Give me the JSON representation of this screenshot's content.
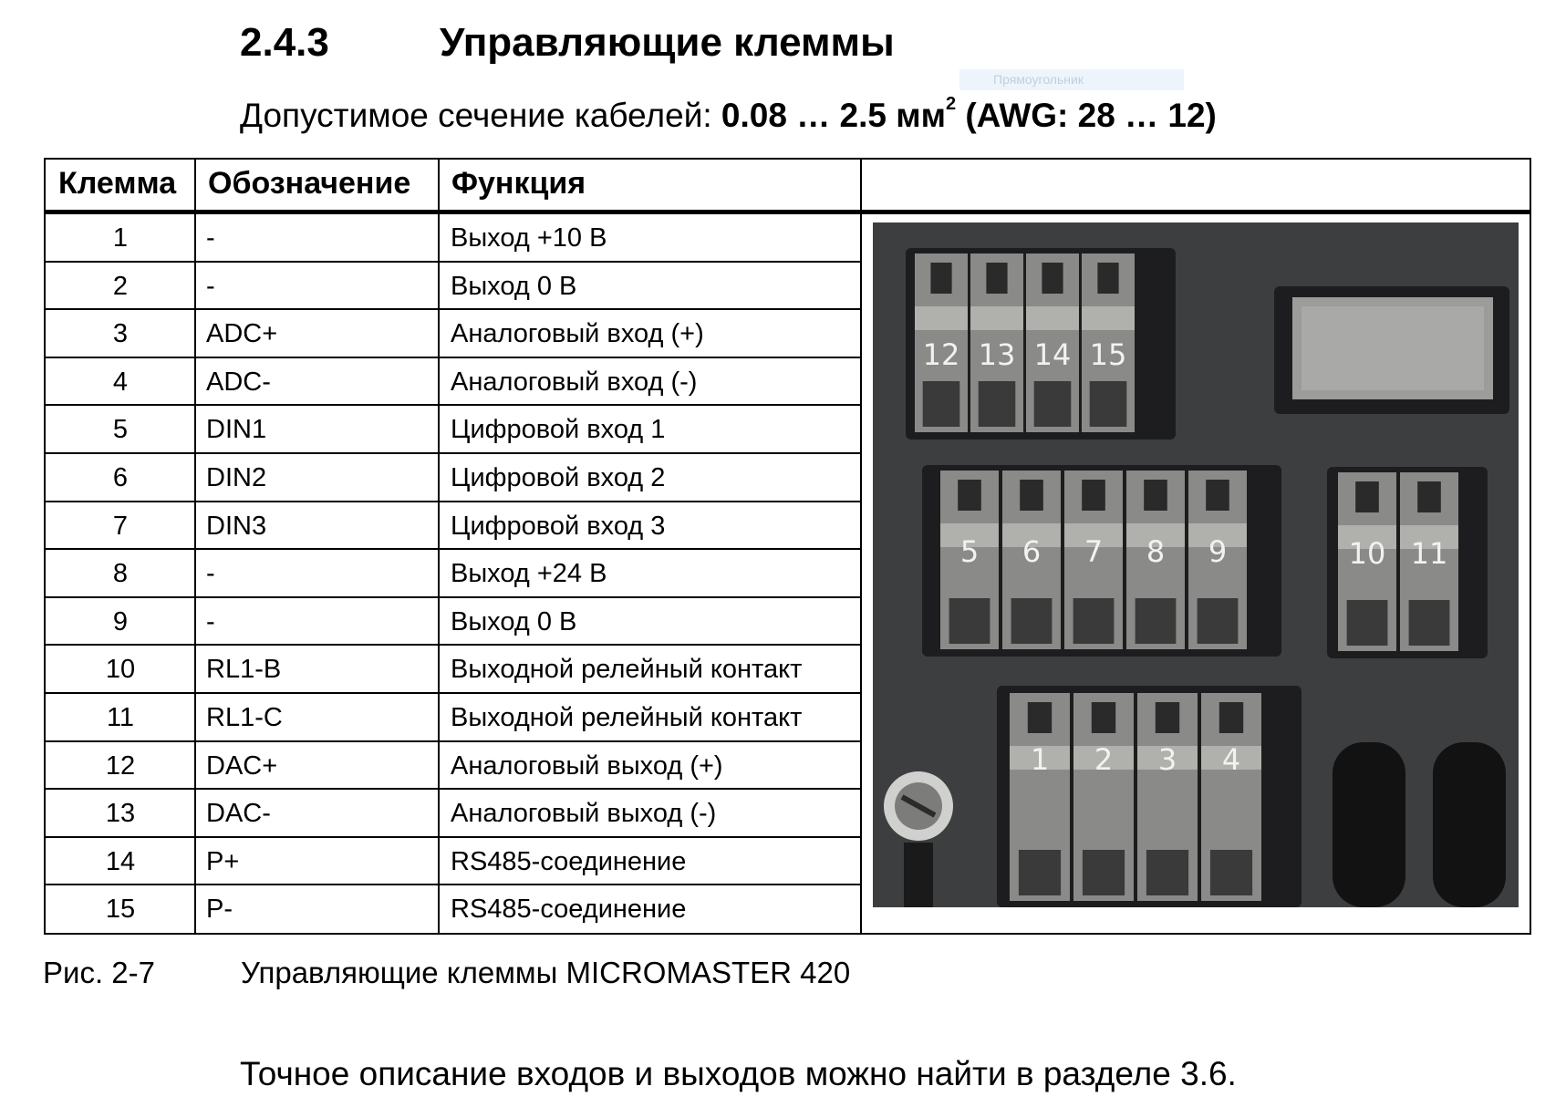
{
  "section": {
    "number": "2.4.3",
    "title": "Управляющие клеммы",
    "ghost_label": "Прямоугольник"
  },
  "cable": {
    "prefix": "Допустимое сечение кабелей: ",
    "range": "0.08 … 2.5 мм",
    "superscript": "2",
    "awg": " (AWG: 28 … 12)"
  },
  "table": {
    "headers": [
      "Клемма",
      "Обозначение",
      "Функция"
    ],
    "rows": [
      {
        "terminal": "1",
        "designation": "-",
        "function": "Выход +10 В"
      },
      {
        "terminal": "2",
        "designation": "-",
        "function": "Выход 0 В"
      },
      {
        "terminal": "3",
        "designation": "ADC+",
        "function": "Аналоговый вход (+)"
      },
      {
        "terminal": "4",
        "designation": "ADC-",
        "function": "Аналоговый вход (-)"
      },
      {
        "terminal": "5",
        "designation": "DIN1",
        "function": "Цифровой вход 1"
      },
      {
        "terminal": "6",
        "designation": "DIN2",
        "function": "Цифровой вход 2"
      },
      {
        "terminal": "7",
        "designation": "DIN3",
        "function": "Цифровой вход 3"
      },
      {
        "terminal": "8",
        "designation": "-",
        "function": "Выход +24 В"
      },
      {
        "terminal": "9",
        "designation": "-",
        "function": "Выход 0 В"
      },
      {
        "terminal": "10",
        "designation": "RL1-B",
        "function": "Выходной релейный контакт"
      },
      {
        "terminal": "11",
        "designation": "RL1-C",
        "function": "Выходной релейный контакт"
      },
      {
        "terminal": "12",
        "designation": "DAC+",
        "function": "Аналоговый выход (+)"
      },
      {
        "terminal": "13",
        "designation": "DAC-",
        "function": "Аналоговый выход (-)"
      },
      {
        "terminal": "14",
        "designation": "P+",
        "function": "RS485-соединение"
      },
      {
        "terminal": "15",
        "designation": "P-",
        "function": "RS485-соединение"
      }
    ]
  },
  "photo": {
    "top_block": [
      "12",
      "13",
      "14",
      "15"
    ],
    "middle_block": [
      "5",
      "6",
      "7",
      "8",
      "9"
    ],
    "relay_block": [
      "10",
      "11"
    ],
    "bottom_block": [
      "1",
      "2",
      "3",
      "4"
    ]
  },
  "caption": {
    "label": "Рис. 2-7",
    "text": "Управляющие клеммы MICROMASTER 420"
  },
  "note": "Точное описание входов и выходов можно найти в разделе 3.6."
}
